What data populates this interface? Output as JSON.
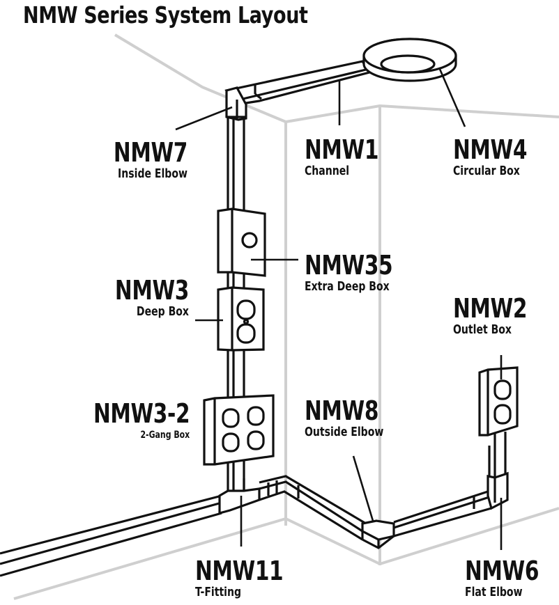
{
  "title": "NMW Series System Layout",
  "labels": [
    {
      "id": "nmw7",
      "code": "NMW7",
      "desc": "Inside Elbow"
    },
    {
      "id": "nmw1",
      "code": "NMW1",
      "desc": "Channel"
    },
    {
      "id": "nmw4",
      "code": "NMW4",
      "desc": "Circular Box"
    },
    {
      "id": "nmw35",
      "code": "NMW35",
      "desc": "Extra Deep Box"
    },
    {
      "id": "nmw3",
      "code": "NMW3",
      "desc": "Deep Box"
    },
    {
      "id": "nmw2",
      "code": "NMW2",
      "desc": "Outlet Box"
    },
    {
      "id": "nmw3-2",
      "code": "NMW3-2",
      "desc": "2-Gang Box"
    },
    {
      "id": "nmw8",
      "code": "NMW8",
      "desc": "Outside Elbow"
    },
    {
      "id": "nmw11",
      "code": "NMW11",
      "desc": "T-Fitting"
    },
    {
      "id": "nmw6",
      "code": "NMW6",
      "desc": "Flat Elbow"
    }
  ]
}
